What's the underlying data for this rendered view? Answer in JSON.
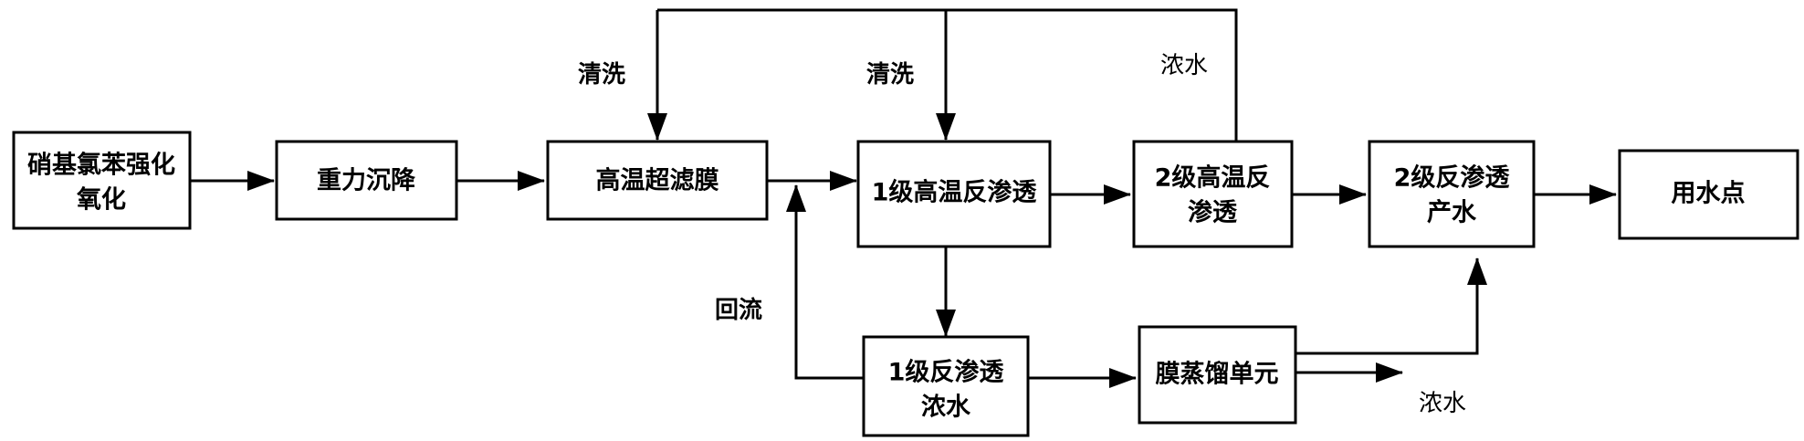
{
  "nodes": {
    "nitro_oxidation": {
      "line1": "硝基氯苯强化",
      "line2": "氧化"
    },
    "sedimentation": {
      "label": "重力沉降"
    },
    "uf_membrane": {
      "label": "高温超滤膜"
    },
    "ro1_high_temp": {
      "label": "1级高温反渗透"
    },
    "ro2_high_temp": {
      "line1": "2级高温反",
      "line2": "渗透"
    },
    "ro2_product": {
      "line1": "2级反渗透",
      "line2": "产水"
    },
    "use_point": {
      "label": "用水点"
    },
    "ro1_concentrate": {
      "line1": "1级反渗透",
      "line2": "浓水"
    },
    "md_unit": {
      "label": "膜蒸馏单元"
    }
  },
  "edge_labels": {
    "clean_left": "清洗",
    "clean_middle": "清洗",
    "concentrate_top": "浓水",
    "reflux": "回流",
    "concentrate_out": "浓水"
  }
}
